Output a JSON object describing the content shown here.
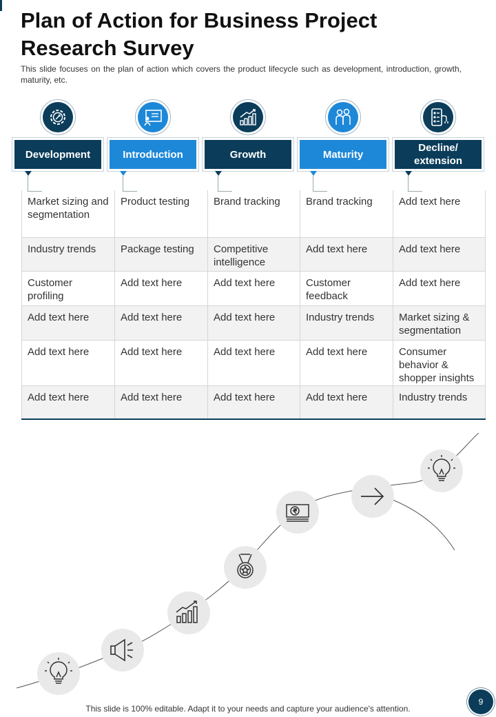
{
  "slide": {
    "title": "Plan of Action for Business Project Research Survey",
    "subtitle": "This slide focuses on the plan of action which covers the product lifecycle such as development,  introduction, growth, maturity, etc.",
    "footer": "This slide is 100% editable. Adapt it to your needs and capture your audience's attention.",
    "page_number": "9"
  },
  "colors": {
    "dark": "#0b3d5a",
    "light": "#1e88d8"
  },
  "stages": [
    {
      "label": "Development",
      "icon": "gear-rocket-icon",
      "style": "dark"
    },
    {
      "label": "Introduction",
      "icon": "presentation-icon",
      "style": "light"
    },
    {
      "label": "Growth",
      "icon": "growth-chart-icon",
      "style": "dark"
    },
    {
      "label": "Maturity",
      "icon": "people-icon",
      "style": "light"
    },
    {
      "label": "Decline/ extension",
      "icon": "control-panel-icon",
      "style": "dark"
    }
  ],
  "table": {
    "rows": [
      [
        "Market sizing and segmentation",
        "Product testing",
        "Brand tracking",
        "Brand tracking",
        "Add text here"
      ],
      [
        "Industry  trends",
        "Package testing",
        "Competitive intelligence",
        "Add text here",
        "Add text here"
      ],
      [
        "Customer profiling",
        "Add text here",
        "Add text here",
        "Customer feedback",
        "Add text here"
      ],
      [
        "Add text here",
        "Add text here",
        "Add text here",
        "Industry  trends",
        "Market sizing & segmentation"
      ],
      [
        "Add text here",
        "Add text here",
        "Add text here",
        "Add text here",
        "Consumer behavior & shopper insights"
      ],
      [
        "Add text here",
        "Add text here",
        "Add text here",
        "Add text here",
        "Industry  trends"
      ]
    ]
  },
  "journey": {
    "nodes": [
      "lightbulb-icon",
      "megaphone-icon",
      "bar-chart-icon",
      "medal-icon",
      "money-icon",
      "arrow-right-icon",
      "lightbulb-icon"
    ]
  }
}
